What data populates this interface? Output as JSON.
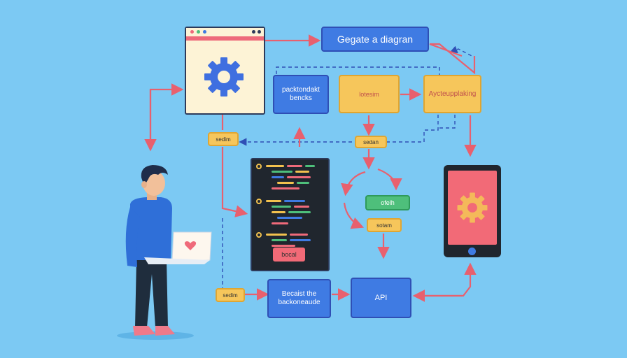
{
  "title": "Gegate a diagran",
  "nodes": {
    "backend": "packtondakt\nbencks",
    "yellow_left": "lotesim",
    "yellow_right": "Aycteupplaking",
    "api": "API",
    "bottom_left": "Becaist the\nbackoneaude",
    "code_button": "bocal"
  },
  "tags": {
    "left_mid": "sedim",
    "center_right": "sedan",
    "green": "ofelh",
    "below_green": "sotam",
    "bottom_left": "sedim"
  },
  "colors": {
    "background": "#7cc9f3",
    "arrow": "#e8606e",
    "dashed": "#2f4fb5",
    "node_blue": "#3f7be3",
    "node_yellow": "#f6c65b",
    "gear_blue": "#3f6fe0",
    "gear_orange": "#f4b95a",
    "shirt": "#2f6fd8",
    "hair": "#1f2d4a"
  },
  "icons": {
    "browser_gear": "gear-icon",
    "phone_gear": "gear-icon",
    "laptop_heart": "heart-icon"
  }
}
